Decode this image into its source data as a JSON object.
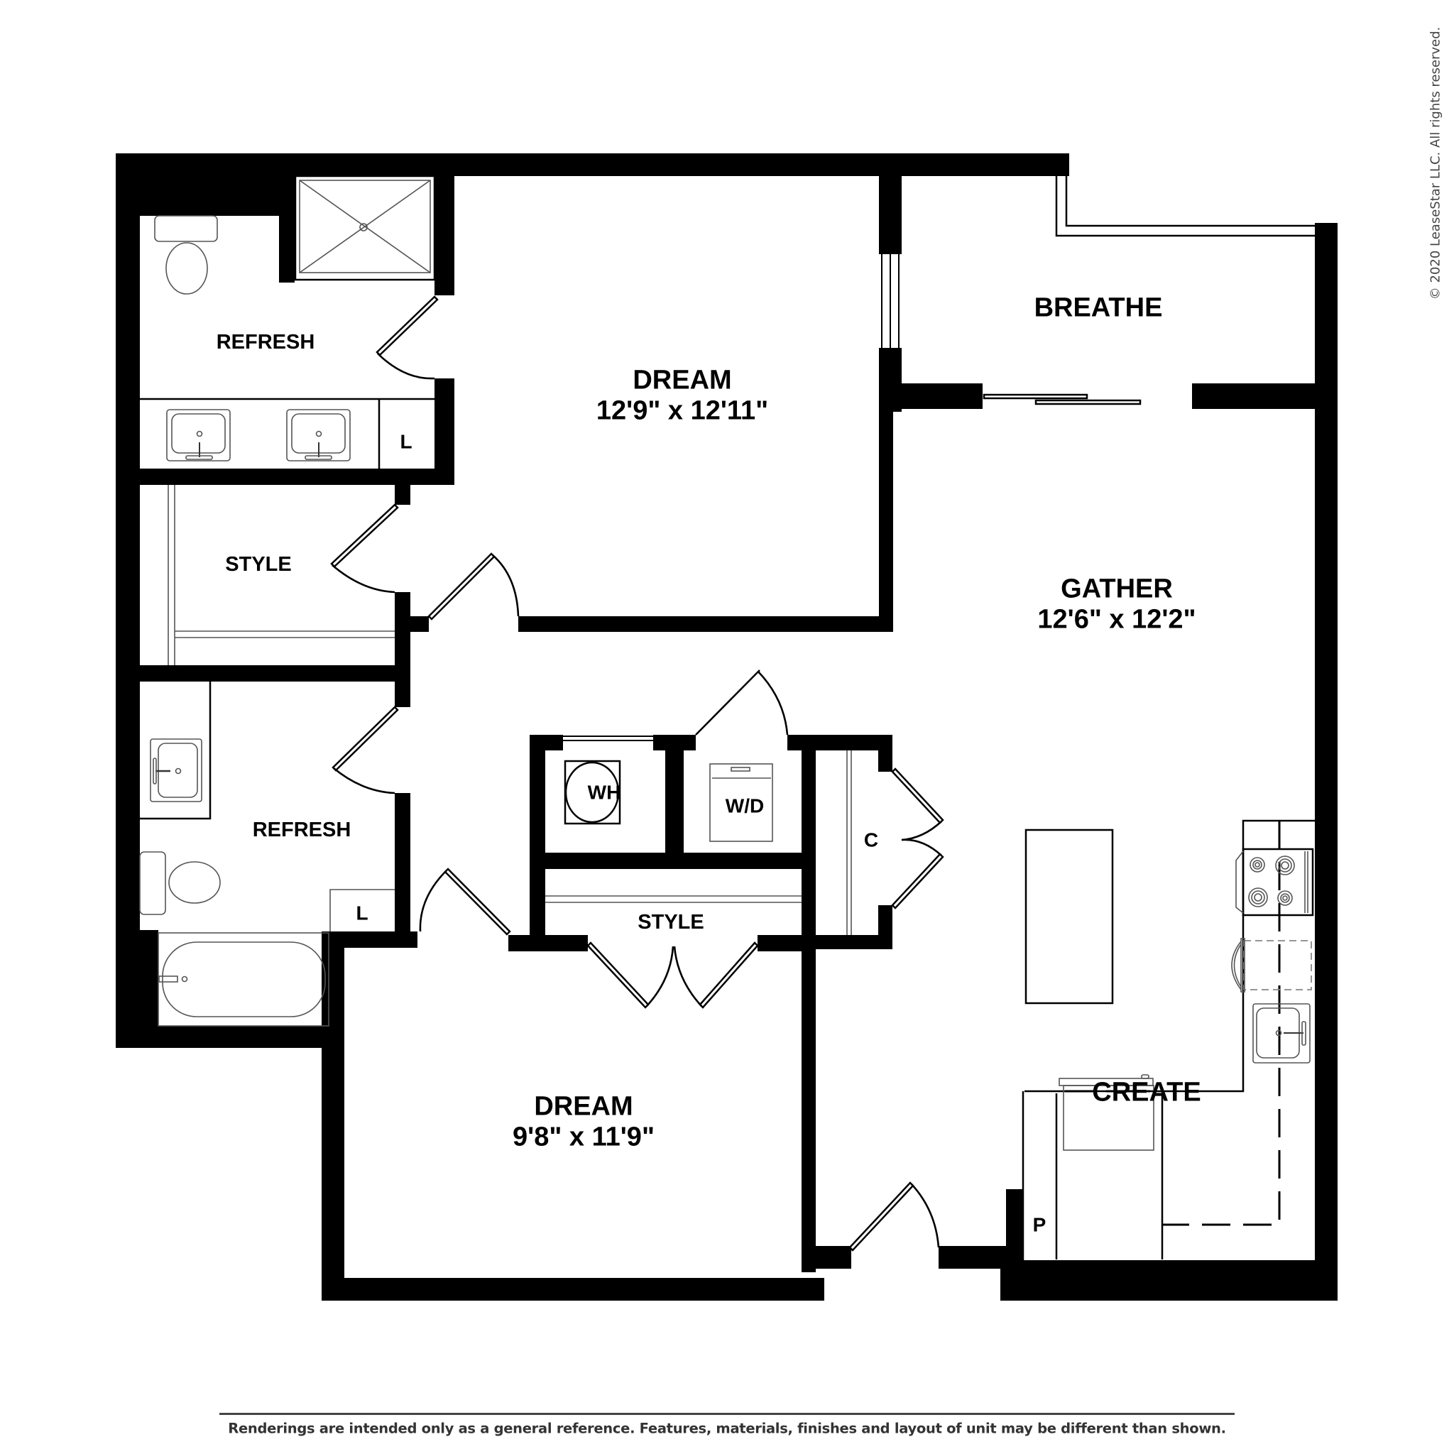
{
  "copyright": "© 2020 LeaseStar LLC. All rights reserved.",
  "disclaimer": "Renderings are intended only as a general reference. Features, materials, finishes and layout of unit may be different than shown.",
  "rooms": {
    "refresh_primary": {
      "name": "REFRESH"
    },
    "dream_primary": {
      "name": "DREAM",
      "dimensions": "12'9\" x 12'11\""
    },
    "breathe": {
      "name": "BREATHE"
    },
    "style_primary": {
      "name": "STYLE"
    },
    "gather": {
      "name": "GATHER",
      "dimensions": "12'6\" x 12'2\""
    },
    "refresh_secondary": {
      "name": "REFRESH"
    },
    "style_secondary": {
      "name": "STYLE"
    },
    "closet": {
      "name": "C"
    },
    "dream_secondary": {
      "name": "DREAM",
      "dimensions": "9'8\" x 11'9\""
    },
    "create": {
      "name": "CREATE"
    }
  },
  "fixtures": {
    "linen_primary": "L",
    "linen_secondary": "L",
    "water_heater": "WH",
    "washer_dryer": "W/D",
    "pantry": "P"
  },
  "colors": {
    "wall": "#000000",
    "background": "#ffffff",
    "fixture_line": "#555555",
    "footer_text": "#333333"
  }
}
